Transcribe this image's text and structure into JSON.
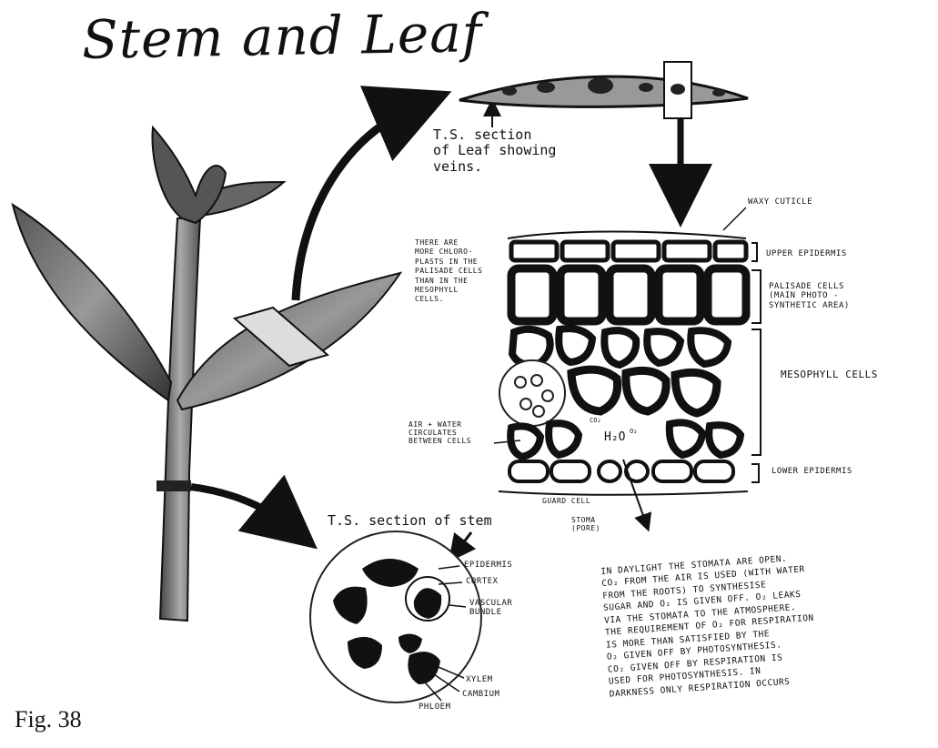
{
  "title": "Stem and Leaf",
  "figure_caption": "Fig. 38",
  "leaf_section": {
    "caption_line1": "T.S. section",
    "caption_line2": "of Leaf showing",
    "caption_line3": "veins."
  },
  "leaf_labels": {
    "waxy_cuticle": "WAXY CUTICLE",
    "upper_epidermis": "UPPER EPIDERMIS",
    "palisade_1": "PALISADE CELLS",
    "palisade_2": "(MAIN PHOTO -",
    "palisade_3": "SYNTHETIC AREA)",
    "mesophyll": "MESOPHYLL CELLS",
    "lower_epidermis": "LOWER EPIDERMIS",
    "guard_cell": "GUARD CELL",
    "stoma_1": "STOMA",
    "stoma_2": "(PORE)",
    "air_1": "AIR + WATER",
    "air_2": "CIRCULATES",
    "air_3": "BETWEEN CELLS",
    "h2o": "H₂O",
    "co2": "CO₂",
    "o2": "O₂"
  },
  "chloroplast_note": {
    "line1": "THERE ARE",
    "line2": "MORE CHLORO-",
    "line3": "PLASTS IN THE",
    "line4": "PALISADE CELLS",
    "line5": "THAN IN THE",
    "line6": "MESOPHYLL",
    "line7": "CELLS."
  },
  "stem_section": {
    "caption": "T.S. section of stem",
    "epidermis": "EPIDERMIS",
    "cortex": "CORTEX",
    "vascular_1": "VASCULAR",
    "vascular_2": "BUNDLE",
    "xylem": "XYLEM",
    "cambium": "CAMBIUM",
    "phloem": "PHLOEM"
  },
  "daylight_note": {
    "line1": "IN DAYLIGHT THE STOMATA ARE OPEN.",
    "line2": "CO₂ FROM THE AIR IS USED (WITH WATER",
    "line3": "FROM THE ROOTS) TO SYNTHESISE",
    "line4": "SUGAR AND O₂ IS GIVEN OFF. O₂ LEAKS",
    "line5": "VIA THE STOMATA TO THE ATMOSPHERE.",
    "line6": "THE REQUIREMENT OF O₂ FOR RESPIRATION",
    "line7": "IS MORE THAN SATISFIED BY THE",
    "line8": "O₂ GIVEN OFF BY PHOTOSYNTHESIS.",
    "line9": "CO₂ GIVEN OFF BY RESPIRATION IS",
    "line10": "USED FOR PHOTOSYNTHESIS. IN",
    "line11": "DARKNESS ONLY RESPIRATION OCCURS"
  }
}
